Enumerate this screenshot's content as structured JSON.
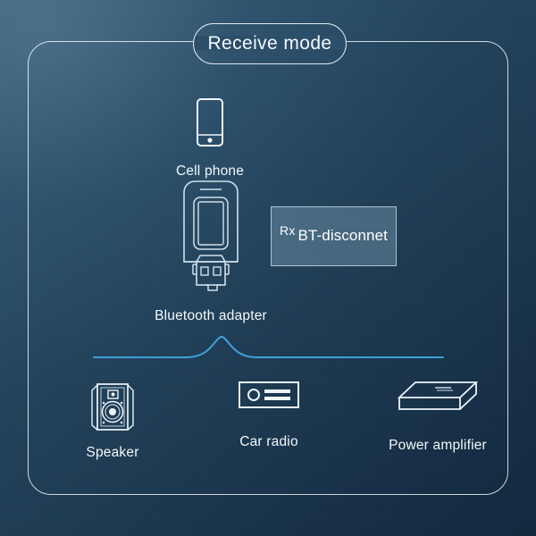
{
  "title": {
    "text": "Receive mode"
  },
  "colors": {
    "background_top_left": "#3f637c",
    "background_bottom_right": "#12293e",
    "line": "#eef5fa",
    "accent_divider": "#3ea0d8",
    "status_box_fill": "#3e6074",
    "text": "#f2f8fc"
  },
  "nodes": {
    "cell_phone": {
      "label": "Cell phone",
      "icon": "cell-phone-icon"
    },
    "bluetooth_adapter": {
      "label": "Bluetooth adapter",
      "icon": "usb-bluetooth-adapter-icon"
    },
    "speaker": {
      "label": "Speaker",
      "icon": "speaker-icon"
    },
    "car_radio": {
      "label": "Car radio",
      "icon": "car-radio-icon"
    },
    "power_amplifier": {
      "label": "Power amplifier",
      "icon": "power-amplifier-icon"
    }
  },
  "status_box": {
    "mode_label": "Rx",
    "status_text": "BT-disconnet"
  }
}
